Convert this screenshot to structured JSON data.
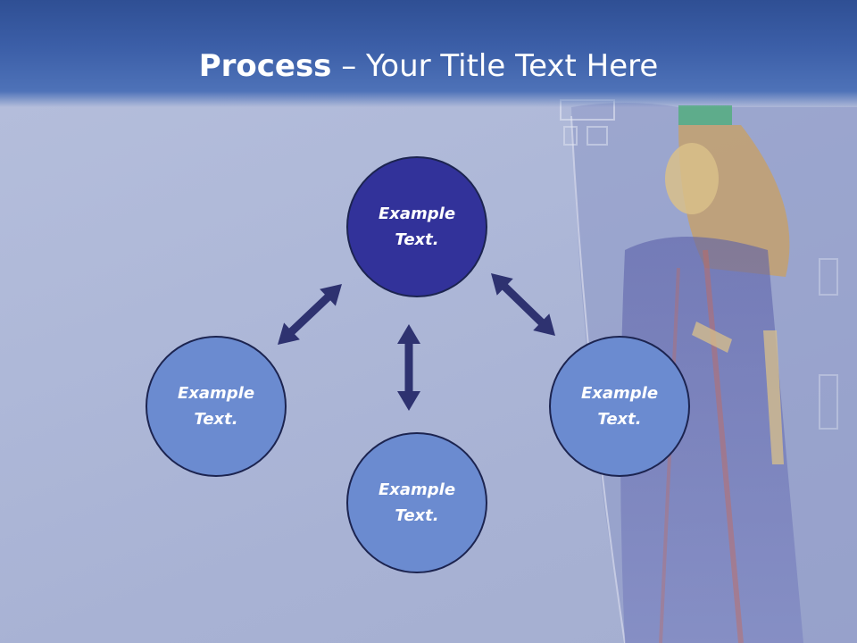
{
  "slide": {
    "title_bold": "Process",
    "title_rest": " – Your Title Text Here"
  },
  "diagram": {
    "nodes": [
      {
        "id": "top",
        "line1": "Example",
        "line2": "Text.",
        "fill": "#32329a"
      },
      {
        "id": "left",
        "line1": "Example",
        "line2": "Text.",
        "fill": "#6b8bd0"
      },
      {
        "id": "bottom",
        "line1": "Example",
        "line2": "Text.",
        "fill": "#6b8bd0"
      },
      {
        "id": "right",
        "line1": "Example",
        "line2": "Text.",
        "fill": "#6b8bd0"
      }
    ],
    "arrow_color": "#2e3270",
    "node_stroke": "#1c2450"
  }
}
